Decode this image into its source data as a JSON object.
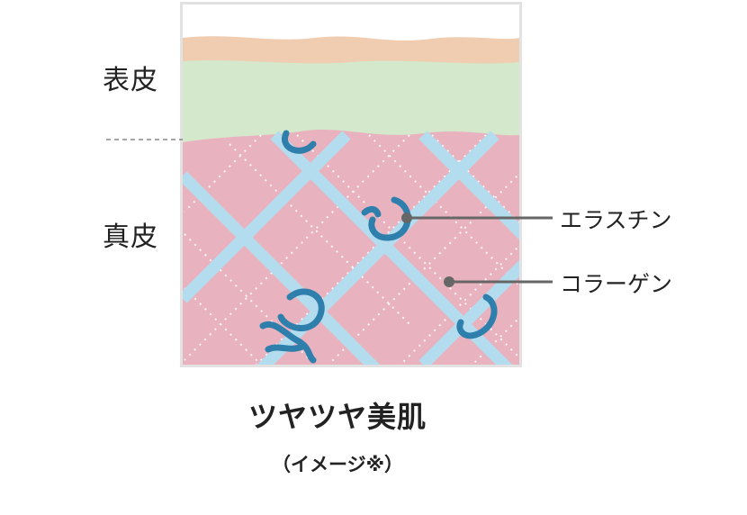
{
  "labels": {
    "epidermis": "表皮",
    "dermis": "真皮",
    "elastin": "エラスチン",
    "collagen": "コラーゲン"
  },
  "caption": {
    "title": "ツヤツヤ美肌",
    "subtitle": "（イメージ※）"
  },
  "colors": {
    "surface": "#f0ccb0",
    "epidermis": "#d4e8cc",
    "dermis": "#e9b2bf",
    "collagen": "#b3ddee",
    "elastin": "#2f7fad",
    "leader": "#666666"
  }
}
